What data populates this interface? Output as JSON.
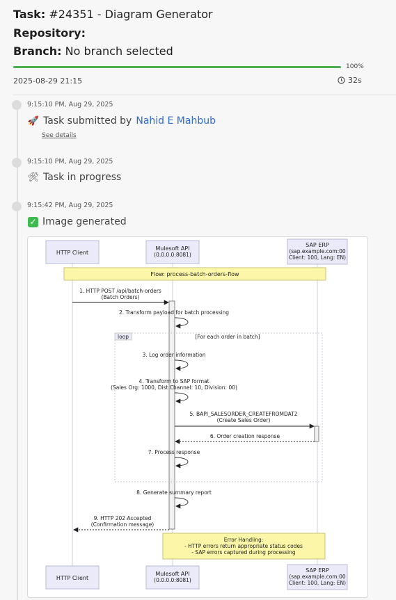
{
  "header": {
    "task_label": "Task:",
    "task_value": "#24351 - Diagram Generator",
    "repo_label": "Repository:",
    "repo_value": "",
    "branch_label": "Branch:",
    "branch_value": "No branch selected"
  },
  "progress": {
    "percent": 100,
    "percent_text": "100%",
    "color": "#4caf50"
  },
  "meta": {
    "date": "2025-08-29 21:15",
    "duration": "32s"
  },
  "timeline": [
    {
      "time": "9:15:10 PM, Aug 29, 2025",
      "icon": "rocket-icon",
      "text": "Task submitted by",
      "user": "Nahid E Mahbub",
      "details_link": "See details"
    },
    {
      "time": "9:15:10 PM, Aug 29, 2025",
      "icon": "hammer-wrench-icon",
      "text": "Task in progress"
    },
    {
      "time": "9:15:42 PM, Aug 29, 2025",
      "icon": "check-box-icon",
      "text": "Image generated"
    }
  ],
  "diagram": {
    "participants": [
      {
        "name": "HTTP Client",
        "sub": ""
      },
      {
        "name": "Mulesoft API",
        "sub": "(0.0.0.0:8081)"
      },
      {
        "name": "SAP ERP",
        "sub": "(sap.example.com:00",
        "sub2": "Client: 100, Lang: EN)"
      }
    ],
    "flow_note": "Flow: process-batch-orders-flow",
    "loop_label": "loop",
    "loop_condition": "[For each order in batch]",
    "messages": [
      {
        "l1": "1. HTTP POST /api/batch-orders",
        "l2": "(Batch Orders)"
      },
      {
        "l1": "2. Transform payload for batch processing",
        "l2": ""
      },
      {
        "l1": "3. Log order information",
        "l2": ""
      },
      {
        "l1": "4. Transform to SAP format",
        "l2": "(Sales Org: 1000, Dist Channel: 10, Division: 00)"
      },
      {
        "l1": "5. BAPI_SALESORDER_CREATEFROMDAT2",
        "l2": "(Create Sales Order)"
      },
      {
        "l1": "6. Order creation response",
        "l2": ""
      },
      {
        "l1": "7. Process response",
        "l2": ""
      },
      {
        "l1": "8. Generate summary report",
        "l2": ""
      },
      {
        "l1": "9. HTTP 202 Accepted",
        "l2": "(Confirmation message)"
      }
    ],
    "error_note": {
      "title": "Error Handling:",
      "line1": "- HTTP errors return appropriate status codes",
      "line2": "- SAP errors captured during processing"
    },
    "colors": {
      "participant_fill": "#eaeaf8",
      "participant_stroke": "#b8b8d8",
      "note_fill": "#fbf6a8",
      "note_stroke": "#c9c27a"
    }
  }
}
